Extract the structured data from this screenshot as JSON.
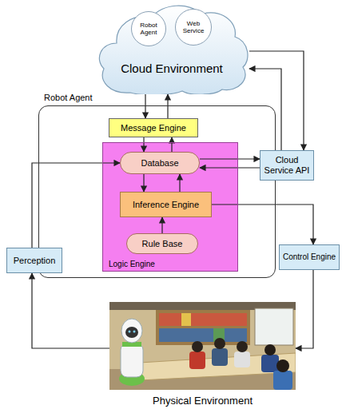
{
  "diagram": {
    "nodes": [
      {
        "text": [
          "Cloud Environment"
        ]
      },
      {
        "text": [
          "Robot Agent"
        ],
        "in": 0
      },
      {
        "text": [
          "Web Service"
        ],
        "in": 0
      },
      {
        "text": [
          "Robot Agent"
        ]
      },
      {
        "text": [
          "Message Engine"
        ],
        "in": 3
      },
      {
        "text": [
          "Logic Engine"
        ],
        "in": 3
      },
      {
        "text": [
          "Database"
        ],
        "in": 5
      },
      {
        "text": [
          "Inference Engine"
        ],
        "in": 5
      },
      {
        "text": [
          "Rule Base"
        ],
        "in": 5
      },
      {
        "text": [
          "Cloud Service API"
        ]
      },
      {
        "text": [
          "Perception"
        ]
      },
      {
        "text": [
          "Control Engine"
        ]
      },
      {
        "text": [
          "Physical Environment"
        ]
      }
    ],
    "edges": [
      {
        "from": 0,
        "to": 4,
        "arrow": "to"
      },
      {
        "from": 4,
        "to": 0,
        "arrow": "to"
      },
      {
        "from": 4,
        "to": 6,
        "arrow": "to"
      },
      {
        "from": 6,
        "to": 4,
        "arrow": "to"
      },
      {
        "from": 6,
        "to": 9,
        "arrow": "to"
      },
      {
        "from": 9,
        "to": 6,
        "arrow": "to"
      },
      {
        "from": 9,
        "to": 0,
        "arrow": "to"
      },
      {
        "from": 0,
        "to": 9,
        "arrow": "to"
      },
      {
        "from": 6,
        "to": 7,
        "arrow": "to"
      },
      {
        "from": 7,
        "to": 6,
        "arrow": "to"
      },
      {
        "from": 8,
        "to": 7,
        "arrow": "to"
      },
      {
        "from": 7,
        "to": 11,
        "arrow": "to"
      },
      {
        "from": 10,
        "to": 6,
        "arrow": "to"
      },
      {
        "from": 11,
        "to": 12,
        "arrow": "to"
      },
      {
        "from": 12,
        "to": 10,
        "arrow": "to"
      }
    ]
  }
}
